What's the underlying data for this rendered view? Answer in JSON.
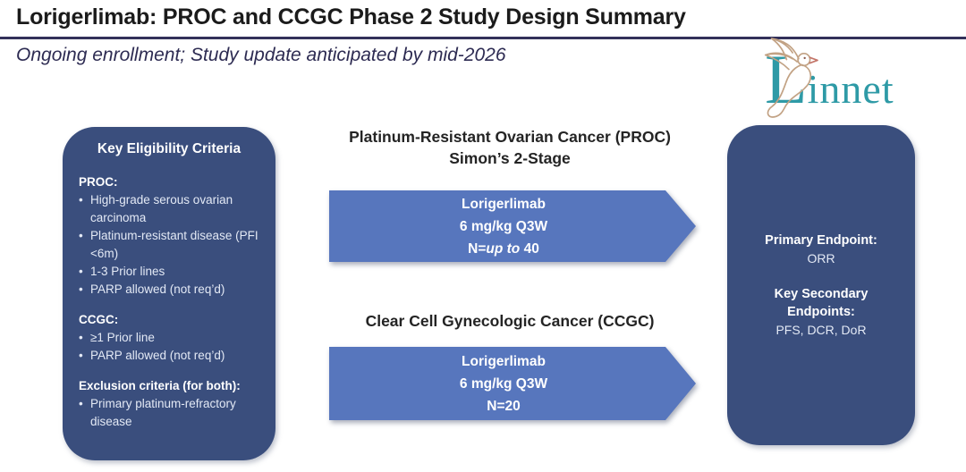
{
  "header": {
    "title": "Lorigerlimab: PROC and CCGC Phase 2 Study Design Summary",
    "subtitle": "Ongoing enrollment; Study update anticipated by mid-2026"
  },
  "logo": {
    "initial": "L",
    "rest": "innet",
    "bird_icon": "linnet-bird-outline",
    "teal": "#2e9aa6",
    "bird_stroke": "#c2a284",
    "beak_stroke": "#c4766a"
  },
  "colors": {
    "panel_navy": "#3a4e7d",
    "arrow_blue": "#5776bd",
    "rule_navy": "#32305a",
    "subtitle_navy": "#2d2b52"
  },
  "eligibility": {
    "title": "Key Eligibility Criteria",
    "sections": [
      {
        "heading": "PROC:",
        "items": [
          "High-grade serous ovarian carcinoma",
          "Platinum-resistant disease (PFI <6m)",
          "1-3 Prior lines",
          "PARP allowed (not req’d)"
        ]
      },
      {
        "heading": "CCGC:",
        "items": [
          "≥1 Prior line",
          "PARP allowed (not req’d)"
        ]
      },
      {
        "heading": "Exclusion criteria (for both):",
        "items": [
          "Primary platinum-refractory disease"
        ]
      }
    ]
  },
  "studies": [
    {
      "title_line1": "Platinum-Resistant Ovarian Cancer (PROC)",
      "title_line2": "Simon’s 2-Stage",
      "arrow": {
        "drug": "Lorigerlimab",
        "dose": "6 mg/kg Q3W",
        "n_prefix": "N=",
        "n_italic": "up to",
        "n_value": " 40"
      }
    },
    {
      "title_line1": "Clear Cell Gynecologic Cancer (CCGC)",
      "title_line2": "",
      "arrow": {
        "drug": "Lorigerlimab",
        "dose": "6 mg/kg Q3W",
        "n_prefix": "N=",
        "n_italic": "",
        "n_value": "20"
      }
    }
  ],
  "endpoints": {
    "primary_label": "Primary Endpoint:",
    "primary_value": "ORR",
    "secondary_label_line1": "Key Secondary",
    "secondary_label_line2": "Endpoints:",
    "secondary_value": "PFS, DCR, DoR"
  }
}
